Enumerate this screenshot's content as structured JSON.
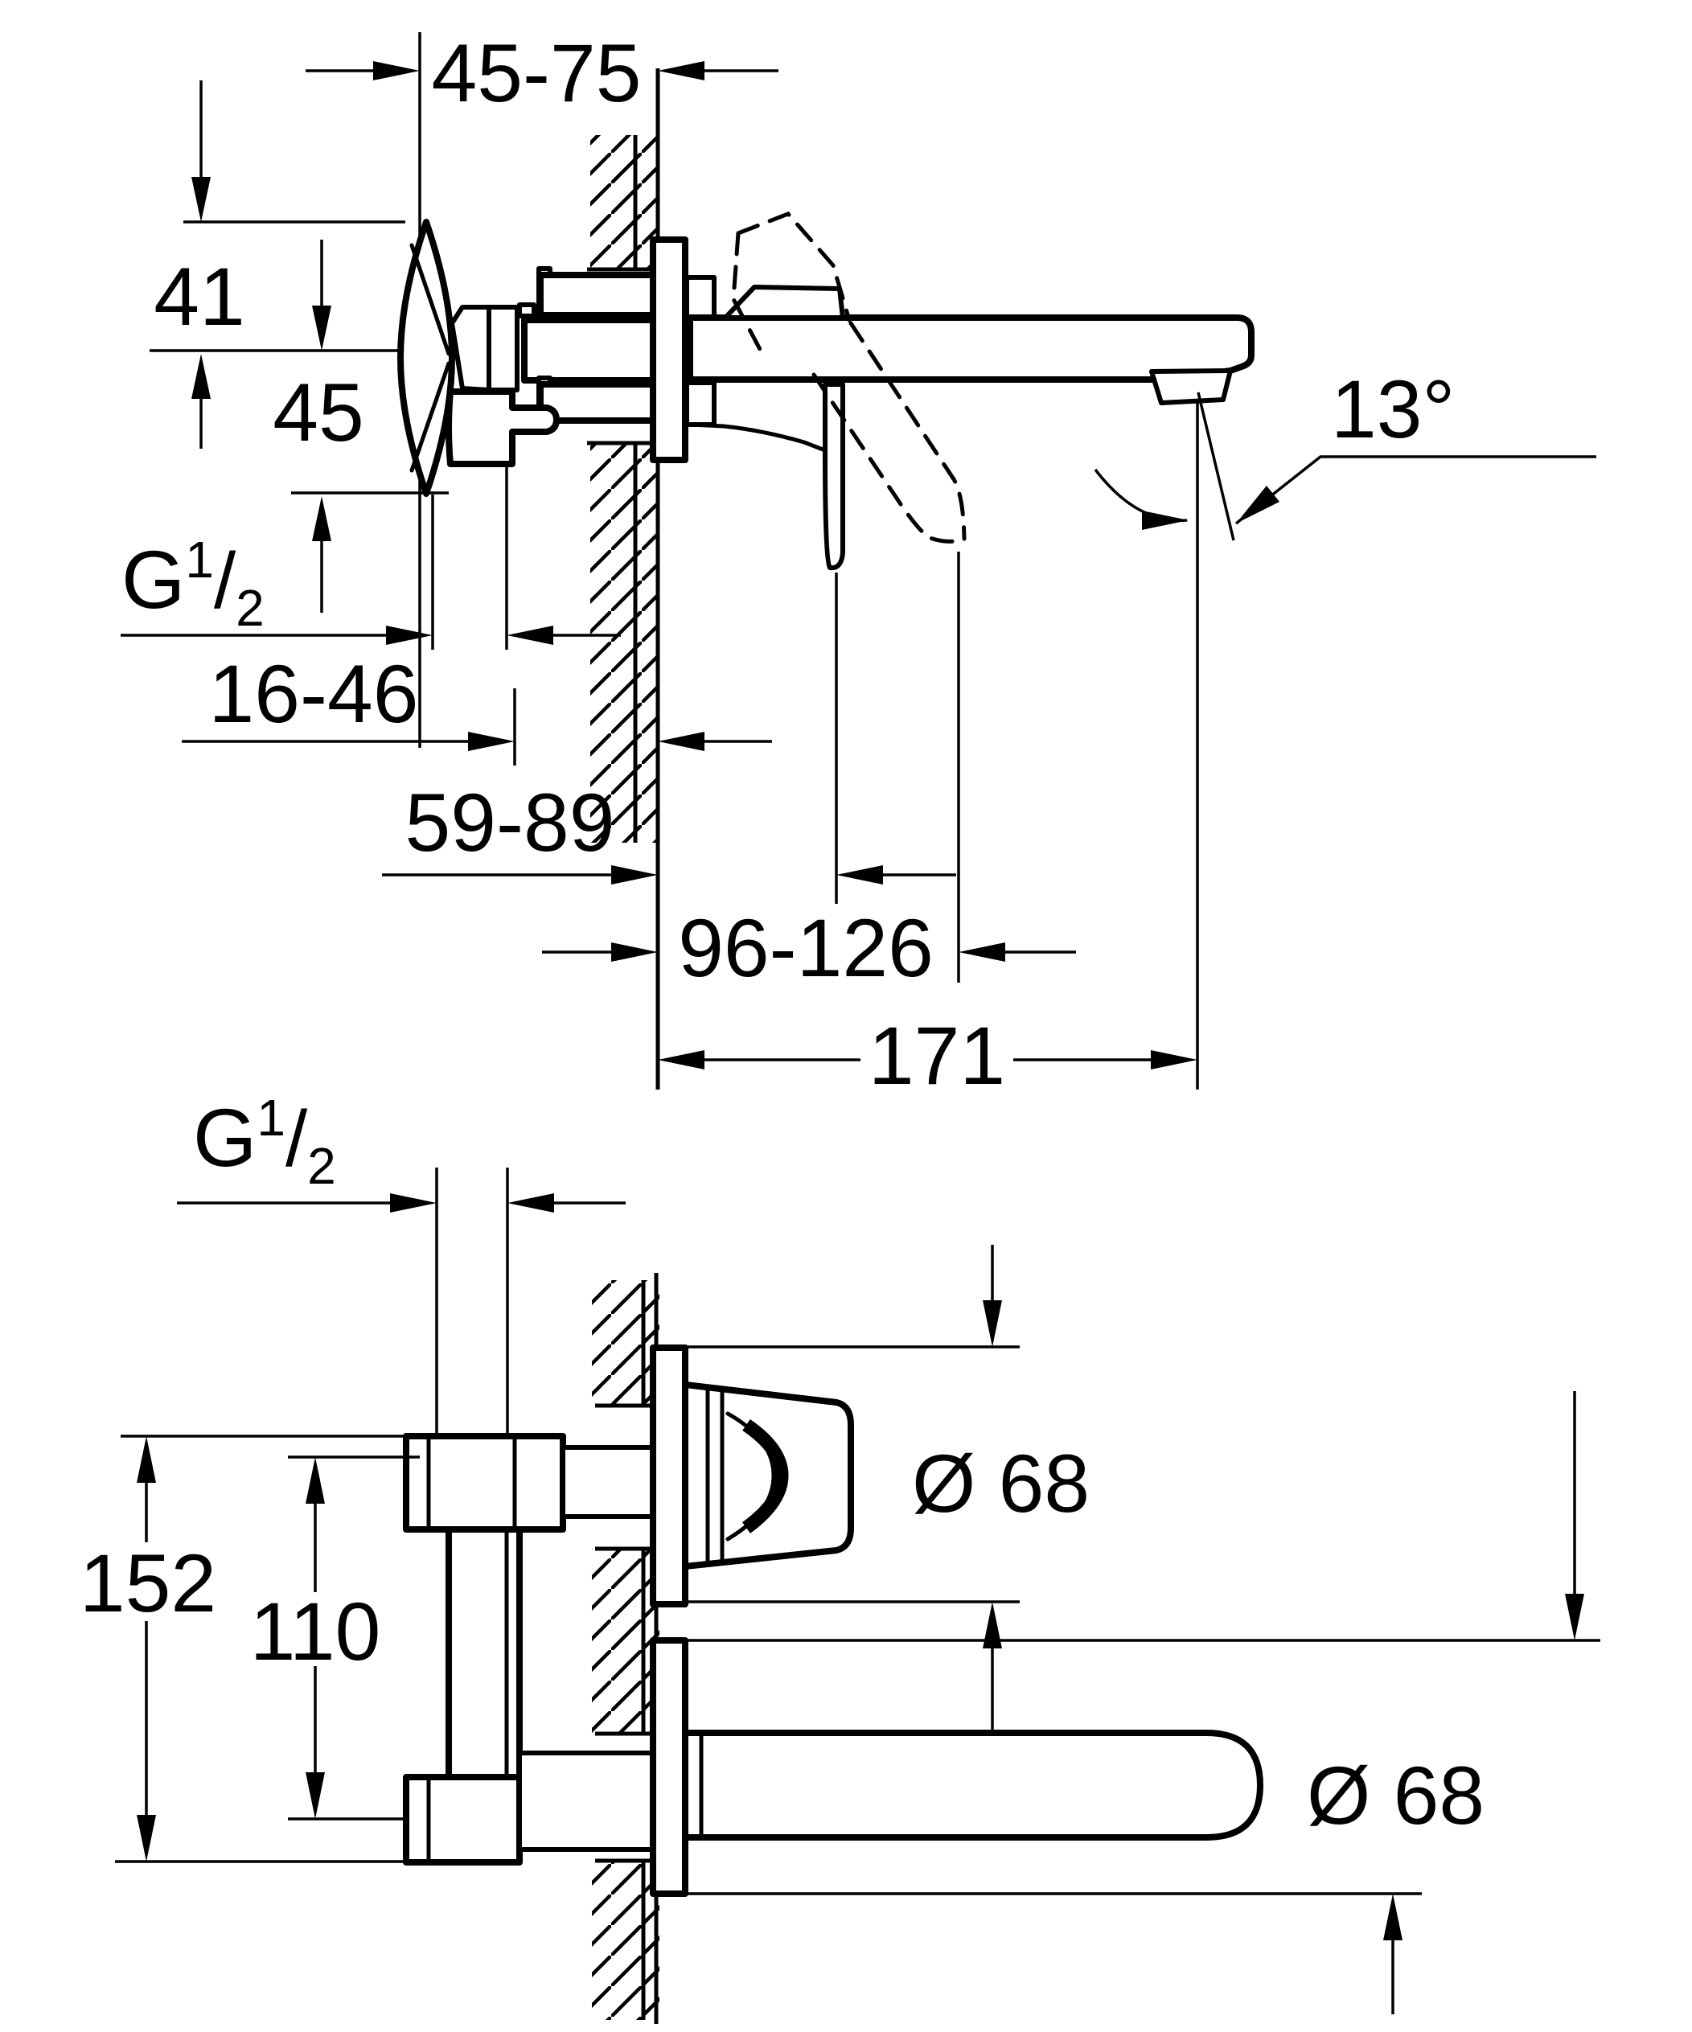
{
  "drawing": {
    "type": "installation-dimension-diagram",
    "product": "wall-mounted two-hole basin mixer (side section view and plan view)",
    "background_color": "#ffffff",
    "line_color": "#000000",
    "views": {
      "side_section": "top view: concealed valve with cross knob behind hatched wall, spout and lever trim in front",
      "plan": "bottom view: rough-in body behind wall, handle escutcheon and spout escutcheon in front"
    }
  },
  "labels": {
    "depth_range": "45-75",
    "height_top": "41",
    "height_bottom": "45",
    "thread_g": "G",
    "thread_sup": "1",
    "thread_slash": "/",
    "thread_sub": "2",
    "stub_range": "16-46",
    "lever_closed_range": "59-89",
    "lever_open_range": "96-126",
    "spout_reach": "171",
    "spout_angle": "13°",
    "body_height": "152",
    "port_spacing": "110",
    "dia_handle": "Ø 68",
    "dia_spout": "Ø 68"
  }
}
